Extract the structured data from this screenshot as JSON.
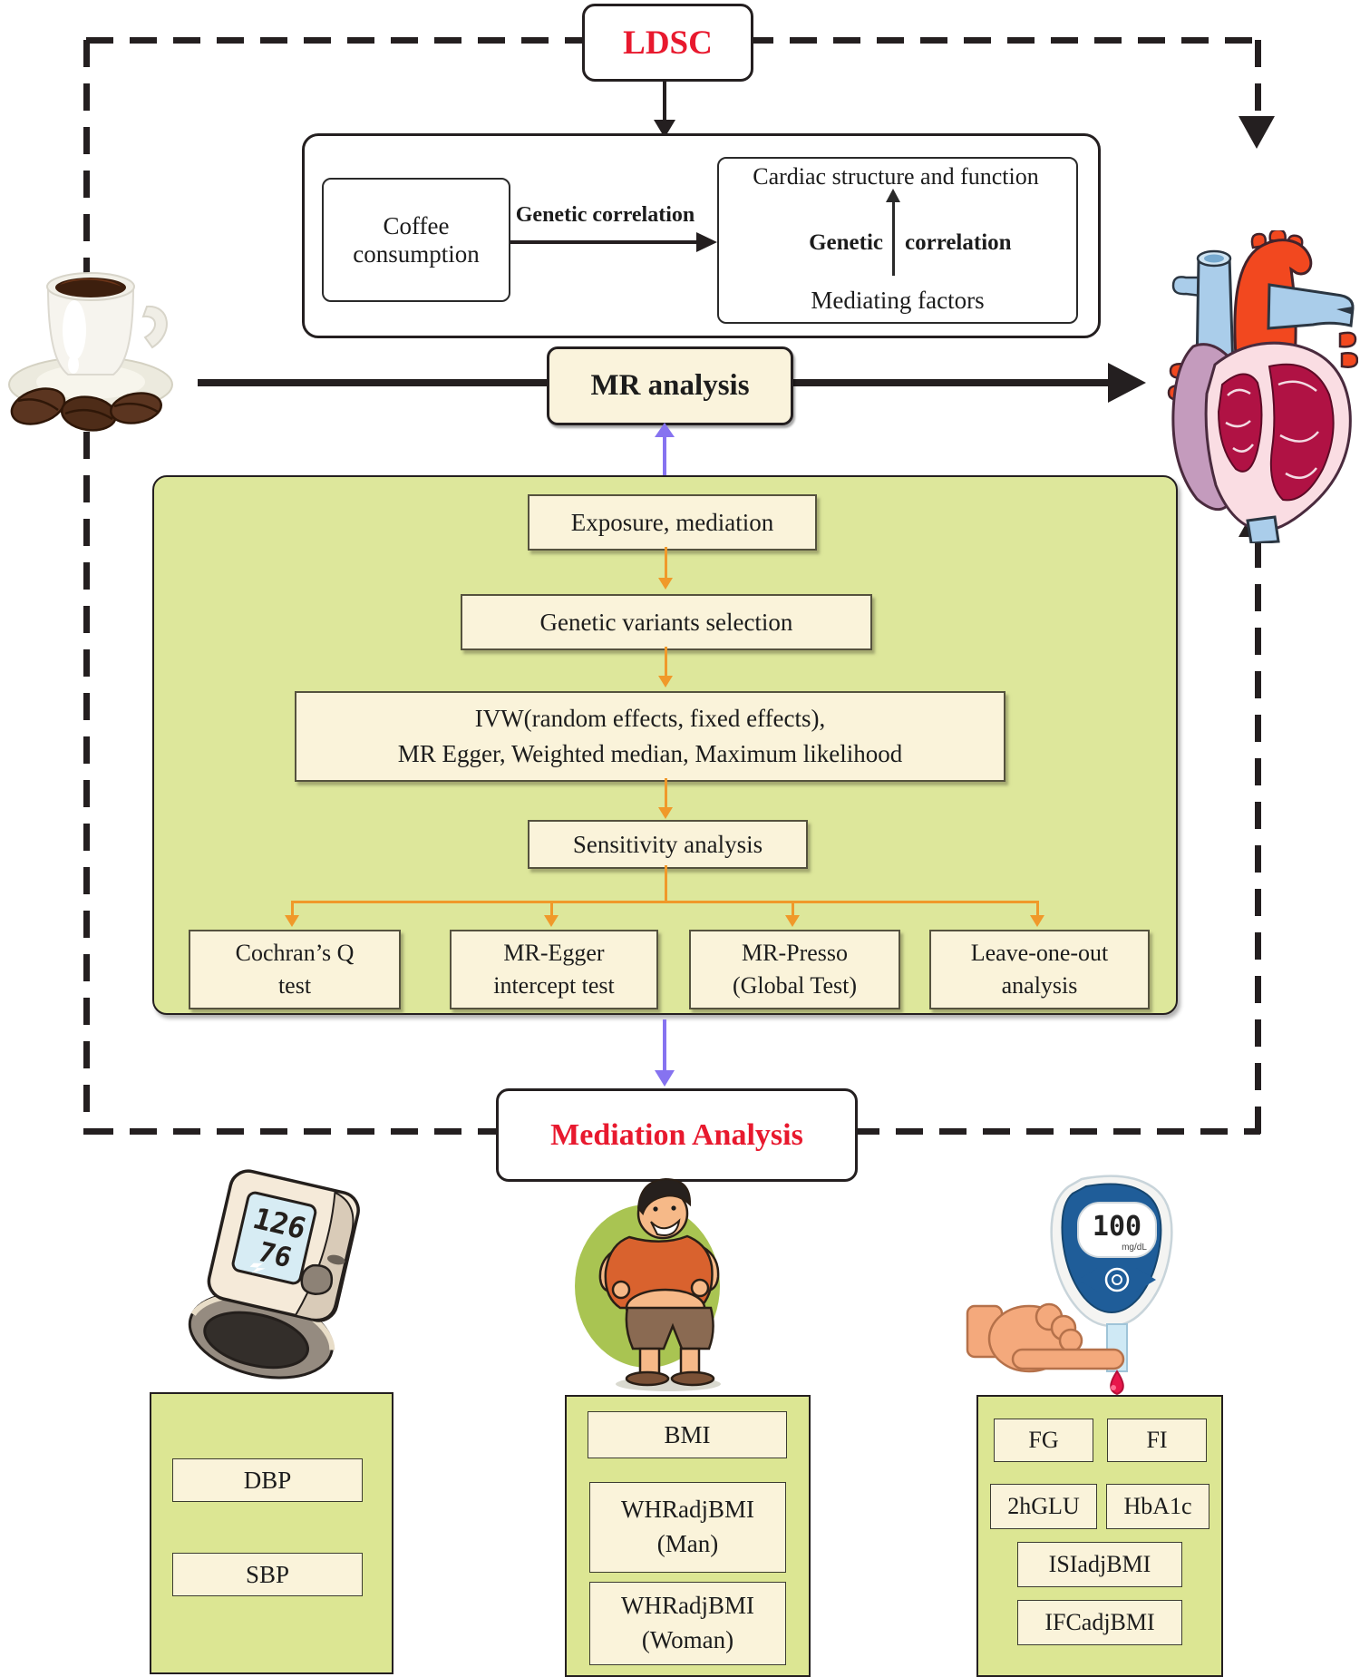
{
  "colors": {
    "accent_red": "#e8192e",
    "panel_green": "#dce693",
    "box_cream": "#faf3da",
    "arrow_orange": "#f0992a",
    "arrow_purple": "#8673f0",
    "line_black": "#241f20"
  },
  "ldsc": {
    "label": "LDSC"
  },
  "correlation_section": {
    "coffee_box": "Coffee consumption",
    "edge_label": "Genetic correlation",
    "cardiac_box_title": "Cardiac structure and function",
    "vertical_edge_left": "Genetic",
    "vertical_edge_right": "correlation",
    "mediating_label": "Mediating factors"
  },
  "mr": {
    "label": "MR analysis"
  },
  "flowchart": {
    "step_exposure": "Exposure, mediation",
    "step_variants": "Genetic variants selection",
    "step_methods_line1": "IVW(random effects, fixed effects),",
    "step_methods_line2": "MR Egger, Weighted median, Maximum likelihood",
    "step_sensitivity": "Sensitivity analysis",
    "tests": [
      {
        "label": "Cochran’s Q test"
      },
      {
        "label": "MR-Egger intercept test"
      },
      {
        "label": "MR-Presso (Global Test)"
      },
      {
        "label": "Leave-one-out analysis"
      }
    ]
  },
  "mediation": {
    "label": "Mediation Analysis"
  },
  "bp_monitor": {
    "systolic": "126",
    "diastolic": "76"
  },
  "glucose_meter": {
    "reading": "100",
    "unit": "mg/dL"
  },
  "panels": {
    "blood_pressure": {
      "items": [
        "DBP",
        "SBP"
      ]
    },
    "adiposity": {
      "items": [
        "BMI",
        "WHRadjBMI (Man)",
        "WHRadjBMI (Woman)"
      ]
    },
    "glycemic": {
      "items": [
        "FG",
        "FI",
        "2hGLU",
        "HbA1c",
        "ISIadjBMI",
        "IFCadjBMI"
      ]
    }
  }
}
